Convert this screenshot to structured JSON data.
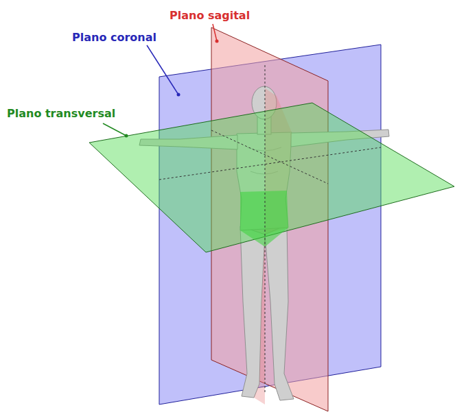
{
  "diagram": {
    "labels": [
      "Plano sagital",
      "Plano coronal",
      "Plano transversal"
    ]
  }
}
